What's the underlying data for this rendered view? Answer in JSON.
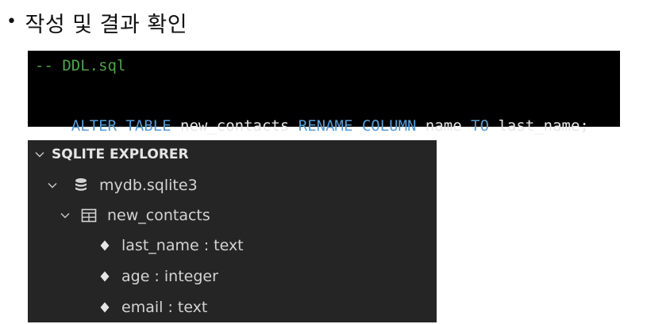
{
  "heading": {
    "bullet": "•",
    "text": "작성 및 결과 확인"
  },
  "code": {
    "comment": "-- DDL.sql",
    "tokens": [
      {
        "kind": "kw",
        "text": "ALTER TABLE"
      },
      {
        "kind": "plain",
        "text": " new_contacts "
      },
      {
        "kind": "kw",
        "text": "RENAME COLUMN"
      },
      {
        "kind": "plain",
        "text": " name "
      },
      {
        "kind": "kw",
        "text": "TO"
      },
      {
        "kind": "plain",
        "text": " last_name;"
      }
    ]
  },
  "explorer": {
    "title": "SQLITE EXPLORER",
    "database": "mydb.sqlite3",
    "table": "new_contacts",
    "columns": [
      "last_name : text",
      "age : integer",
      "email : text"
    ]
  },
  "colors": {
    "comment": "#4fa34a",
    "keyword": "#569cd6",
    "code_bg": "#000000",
    "explorer_bg": "#252526",
    "explorer_text": "#cccccc"
  },
  "icons": {
    "chevron": "chevron-down-icon",
    "database": "database-icon",
    "table": "table-icon",
    "column": "diamond-icon"
  }
}
